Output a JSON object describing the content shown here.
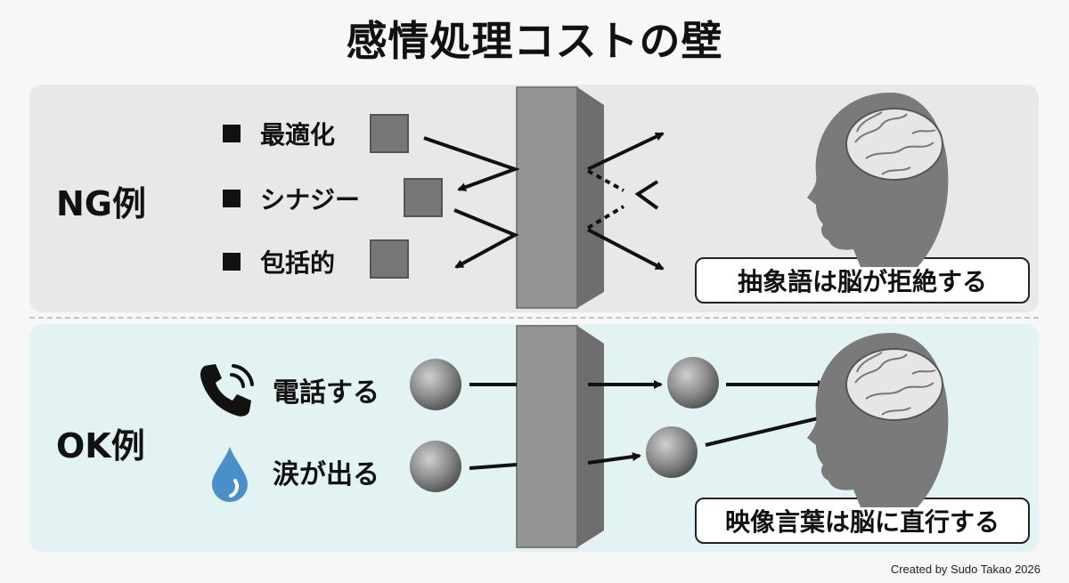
{
  "title": "感情処理コストの壁",
  "ng": {
    "label": "NG例",
    "items": [
      "最適化",
      "シナジー",
      "包括的"
    ],
    "callout": "抽象語は脳が拒絶する"
  },
  "ok": {
    "label": "OK例",
    "items": [
      "電話する",
      "涙が出る"
    ],
    "icons": [
      "phone-icon",
      "water-drop-icon"
    ],
    "callout": "映像言葉は脳に直行する"
  },
  "credit": "Created by Sudo Takao 2026",
  "colors": {
    "ng_panel": "#e8e8e8",
    "ok_panel": "#e3f2f2",
    "wall": "#8c8c8c",
    "drop": "#4a90c8"
  }
}
